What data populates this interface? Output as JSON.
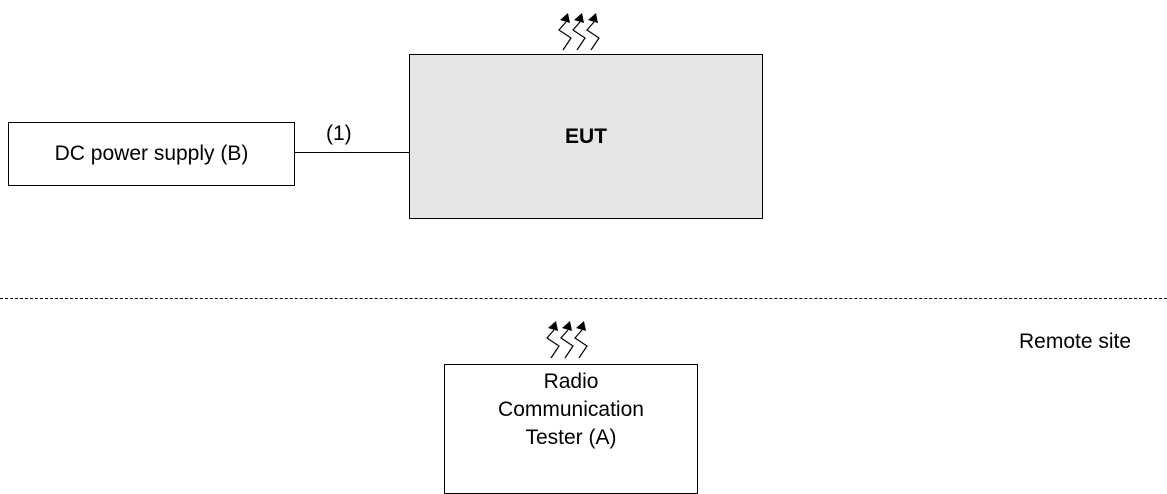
{
  "diagram": {
    "dc_supply": {
      "label": "DC power supply (B)"
    },
    "eut": {
      "label": "EUT",
      "fill": "#e6e6e6"
    },
    "connection": {
      "label": "(1)"
    },
    "tester": {
      "lines": [
        "Radio",
        "Communication",
        "Tester (A)"
      ]
    },
    "site": {
      "label": "Remote site"
    },
    "icons": {
      "eut_antenna": "radio-waves-icon",
      "tester_antenna": "radio-waves-icon"
    }
  }
}
